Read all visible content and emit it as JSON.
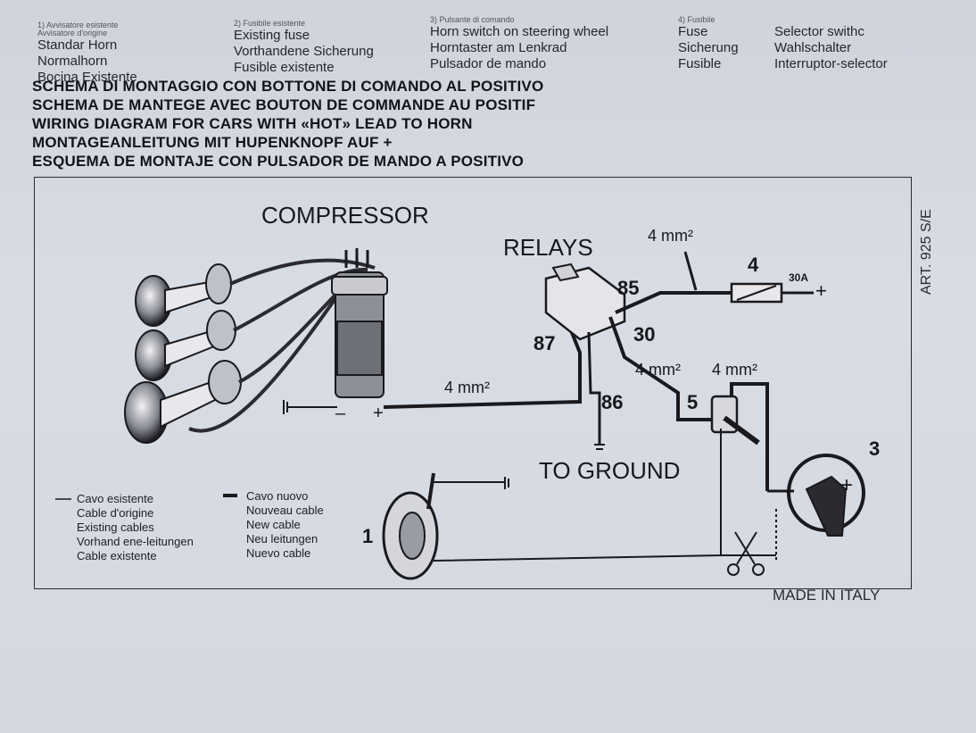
{
  "legend_top": {
    "item1": {
      "tiny": [
        "1) Avvisatore esistente",
        "Avvisatore d'origine"
      ],
      "lines": [
        "Standar Horn",
        "Normalhorn",
        "Bocina Existente"
      ]
    },
    "item2": {
      "tiny": [
        "2) Fusibile esistente"
      ],
      "lines": [
        "Existing fuse",
        "Vorthandene Sicherung",
        "Fusible existente"
      ]
    },
    "item3": {
      "tiny": [
        "3) Pulsante di comando"
      ],
      "lines": [
        "Horn switch on steering wheel",
        "Horntaster am Lenkrad",
        "Pulsador de mando"
      ]
    },
    "item4": {
      "tiny": [
        "4) Fusibile"
      ],
      "lines": [
        "Fuse",
        "Sicherung",
        "Fusible"
      ]
    },
    "item5": {
      "tiny": [],
      "lines": [
        "Selector swithc",
        "Wahlschalter",
        "Interruptor-selector"
      ]
    }
  },
  "titles": [
    "SCHEMA DI MONTAGGIO CON BOTTONE DI COMANDO AL POSITIVO",
    "SCHEMA DE MANTEGE AVEC BOUTON DE COMMANDE AU POSITIF",
    "WIRING DIAGRAM FOR CARS WITH «HOT» LEAD TO HORN",
    "MONTAGEANLEITUNG MIT HUPENKNOPF AUF +",
    "ESQUEMA DE MONTAJE CON PULSADOR DE MANDO A POSITIVO"
  ],
  "diagram": {
    "compressor": "COMPRESSOR",
    "relays": "RELAYS",
    "to_ground": "TO GROUND",
    "wire_main": "4 mm²",
    "wire_a": "4 mm²",
    "wire_b": "4 mm²",
    "wire_top": "4 mm²",
    "pin85": "85",
    "pin87": "87",
    "pin30": "30",
    "pin86": "86",
    "label1": "1",
    "label3": "3",
    "label4": "4",
    "label5": "5",
    "fuse_rating": "30A",
    "plus": "+",
    "minus": "–",
    "comp_plus": "+",
    "switch_plus": "+"
  },
  "cable_legend": {
    "existing": [
      "Cavo esistente",
      "Cable d'origine",
      "Existing cables",
      "Vorhand ene-leitungen",
      "Cable existente"
    ],
    "new": [
      "Cavo nuovo",
      "Nouveau cable",
      "New cable",
      "Neu leitungen",
      "Nuevo cable"
    ]
  },
  "art_code": "ART. 925 S/E",
  "made_in": "MADE IN ITALY"
}
